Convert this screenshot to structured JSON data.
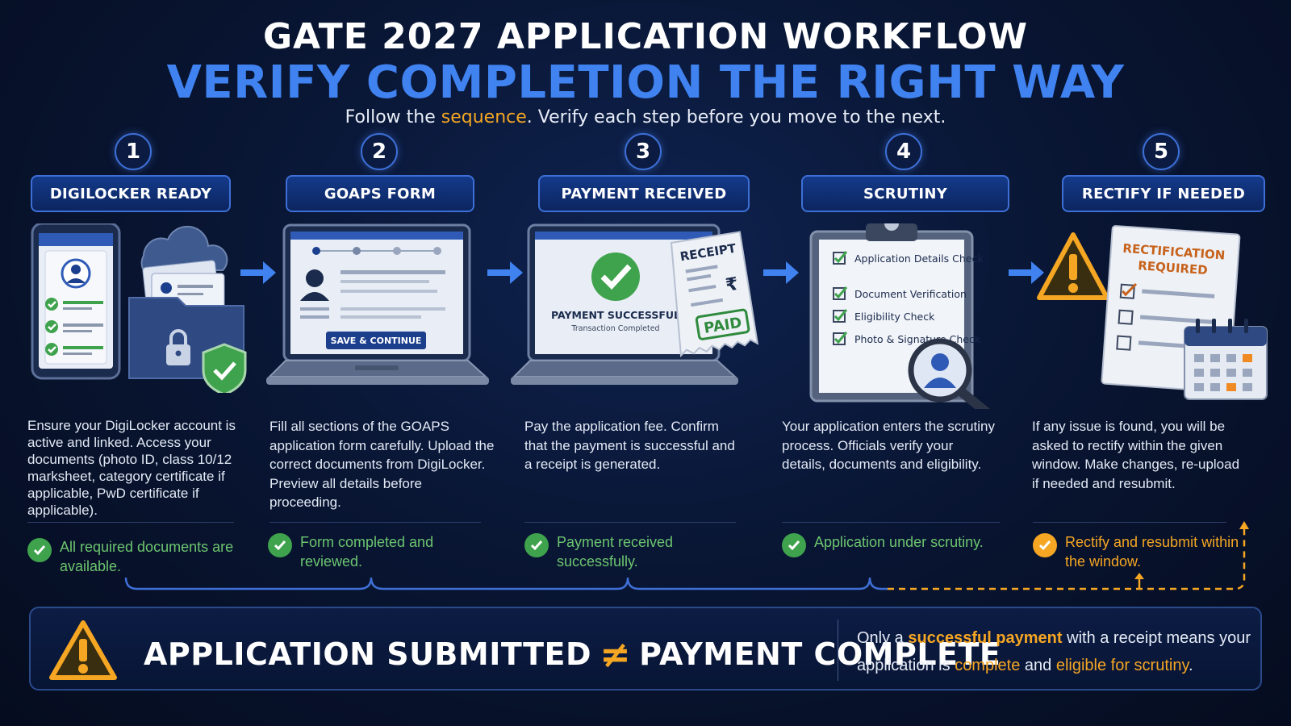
{
  "header": {
    "title": "GATE 2027 APPLICATION WORKFLOW",
    "headline": "VERIFY COMPLETION THE RIGHT WAY",
    "subtitle_pre": "Follow the ",
    "subtitle_hl": "sequence",
    "subtitle_post": ". Verify each step before you move to the next."
  },
  "steps": [
    {
      "number": "1",
      "label": "DIGILOCKER READY",
      "description": "Ensure your DigiLocker account is active and linked. Access your documents (photo ID, class 10/12 marksheet, category certificate if applicable, PwD certificate if applicable).",
      "status": "All required documents are available.",
      "status_kind": "success"
    },
    {
      "number": "2",
      "label": "GOAPS FORM",
      "description": "Fill all sections of the GOAPS application form carefully. Upload the correct documents from DigiLocker. Preview all details before proceeding.",
      "status": "Form completed and reviewed.",
      "status_kind": "success",
      "screen_button": "SAVE & CONTINUE"
    },
    {
      "number": "3",
      "label": "PAYMENT RECEIVED",
      "description": "Pay the application fee. Confirm that the payment is successful and a receipt is generated.",
      "status": "Payment received successfully.",
      "status_kind": "success",
      "screen_title": "PAYMENT SUCCESSFUL",
      "screen_sub": "Transaction Completed",
      "receipt_title": "RECEIPT",
      "receipt_stamp": "PAID"
    },
    {
      "number": "4",
      "label": "SCRUTINY",
      "description": "Your application enters the scrutiny process. Officials verify your details, documents and eligibility.",
      "status": "Application under scrutiny.",
      "status_kind": "success",
      "checklist": [
        "Application Details Check",
        "Document Verification",
        "Eligibility Check",
        "Photo & Signature Check"
      ]
    },
    {
      "number": "5",
      "label": "RECTIFY IF NEEDED",
      "description": "If any issue is found, you will be asked to rectify within the given window. Make changes, re-upload if needed and resubmit.",
      "status": "Rectify and resubmit within the window.",
      "status_kind": "warning",
      "doc_title": "RECTIFICATION REQUIRED"
    }
  ],
  "banner": {
    "left": "APPLICATION SUBMITTED",
    "symbol": "≠",
    "right": "PAYMENT COMPLETE",
    "note_1": "Only a ",
    "note_hl1": "successful payment",
    "note_2": " with a receipt means your application is ",
    "note_hl2": "complete",
    "note_3": " and ",
    "note_hl3": "eligible for scrutiny",
    "note_4": "."
  },
  "colors": {
    "accent_blue": "#3f82f0",
    "highlight": "#f5a623",
    "success": "#3fa34d",
    "success_text": "#6cc56f"
  }
}
